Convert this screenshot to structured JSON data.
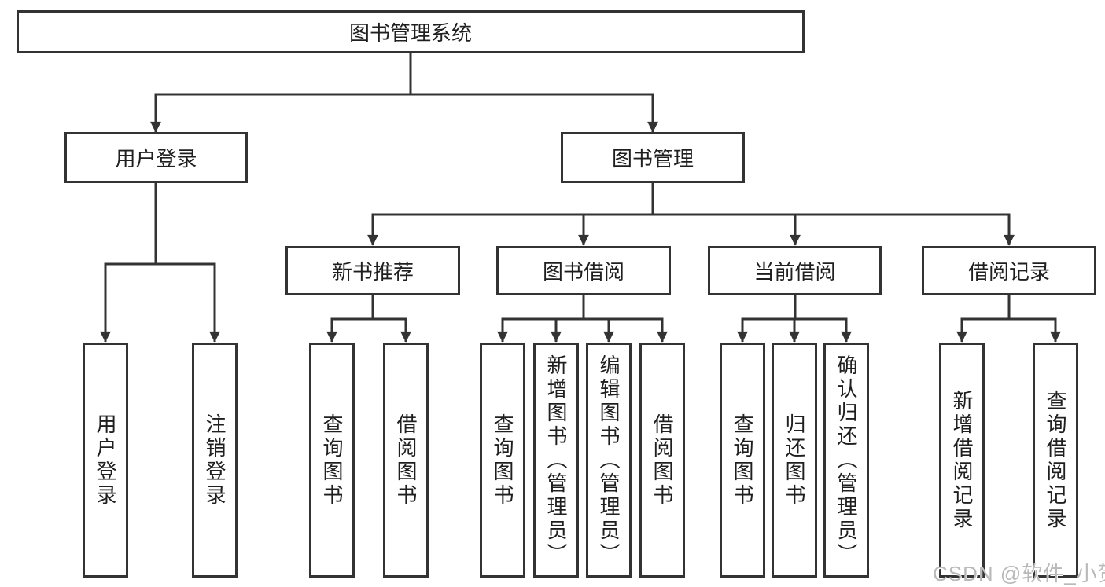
{
  "diagram": {
    "tree": {
      "label": "图书管理系统",
      "children": [
        {
          "label": "用户登录",
          "children": [
            {
              "label": "用户登录"
            },
            {
              "label": "注销登录"
            }
          ]
        },
        {
          "label": "图书管理",
          "children": [
            {
              "label": "新书推荐",
              "children": [
                {
                  "label": "查询图书"
                },
                {
                  "label": "借阅图书"
                }
              ]
            },
            {
              "label": "图书借阅",
              "children": [
                {
                  "label": "查询图书"
                },
                {
                  "label": "新增图书（管理员）"
                },
                {
                  "label": "编辑图书（管理员）"
                },
                {
                  "label": "借阅图书"
                }
              ]
            },
            {
              "label": "当前借阅",
              "children": [
                {
                  "label": "查询图书"
                },
                {
                  "label": "归还图书"
                },
                {
                  "label": "确认归还（管理员）"
                }
              ]
            },
            {
              "label": "借阅记录",
              "children": [
                {
                  "label": "新增借阅记录"
                },
                {
                  "label": "查询借阅记录"
                }
              ]
            }
          ]
        }
      ]
    },
    "colors": {
      "line": "#333333",
      "text": "#1f1f1f",
      "background": "#ffffff",
      "watermark": "#b9b9b9"
    }
  },
  "watermark": {
    "text": "CSDN @软件_小贺同学"
  }
}
